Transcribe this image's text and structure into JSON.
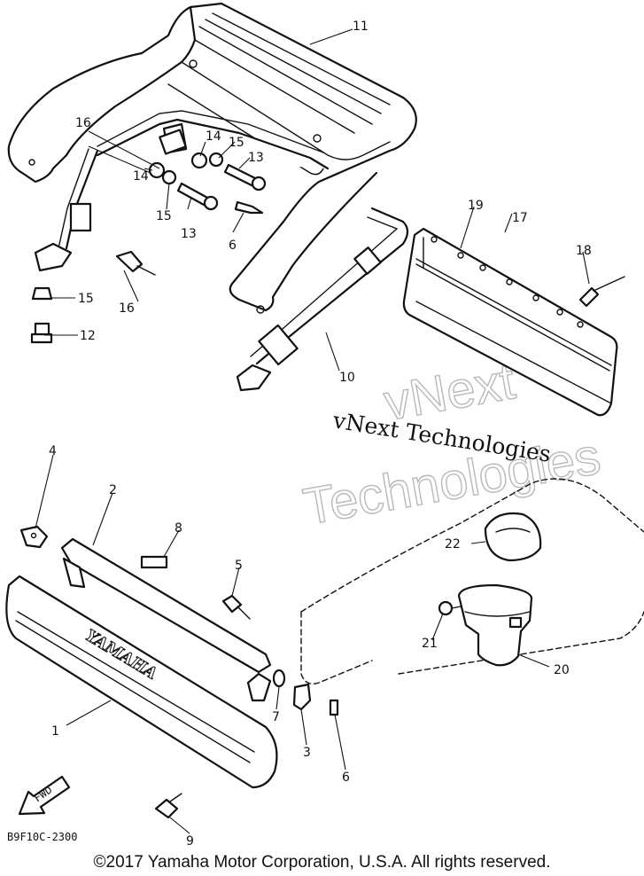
{
  "callouts": {
    "c1": "1",
    "c2": "2",
    "c3": "3",
    "c4": "4",
    "c5": "5",
    "c6a": "6",
    "c6b": "6",
    "c7": "7",
    "c8": "8",
    "c9": "9",
    "c10": "10",
    "c11": "11",
    "c12": "12",
    "c13a": "13",
    "c13b": "13",
    "c14a": "14",
    "c14b": "14",
    "c15a": "15",
    "c15b": "15",
    "c15c": "15",
    "c16a": "16",
    "c16b": "16",
    "c17": "17",
    "c18": "18",
    "c19": "19",
    "c20": "20",
    "c21": "21",
    "c22": "22"
  },
  "watermark": {
    "text": "vNext Technologies",
    "outline_line1": "vNext",
    "outline_line2": "Technologies"
  },
  "diagram_code": "B9F10C-2300",
  "fwd_label": "FWD",
  "brand_label": "YAMAHA",
  "copyright": "©2017 Yamaha Motor Corporation, U.S.A. All rights reserved."
}
